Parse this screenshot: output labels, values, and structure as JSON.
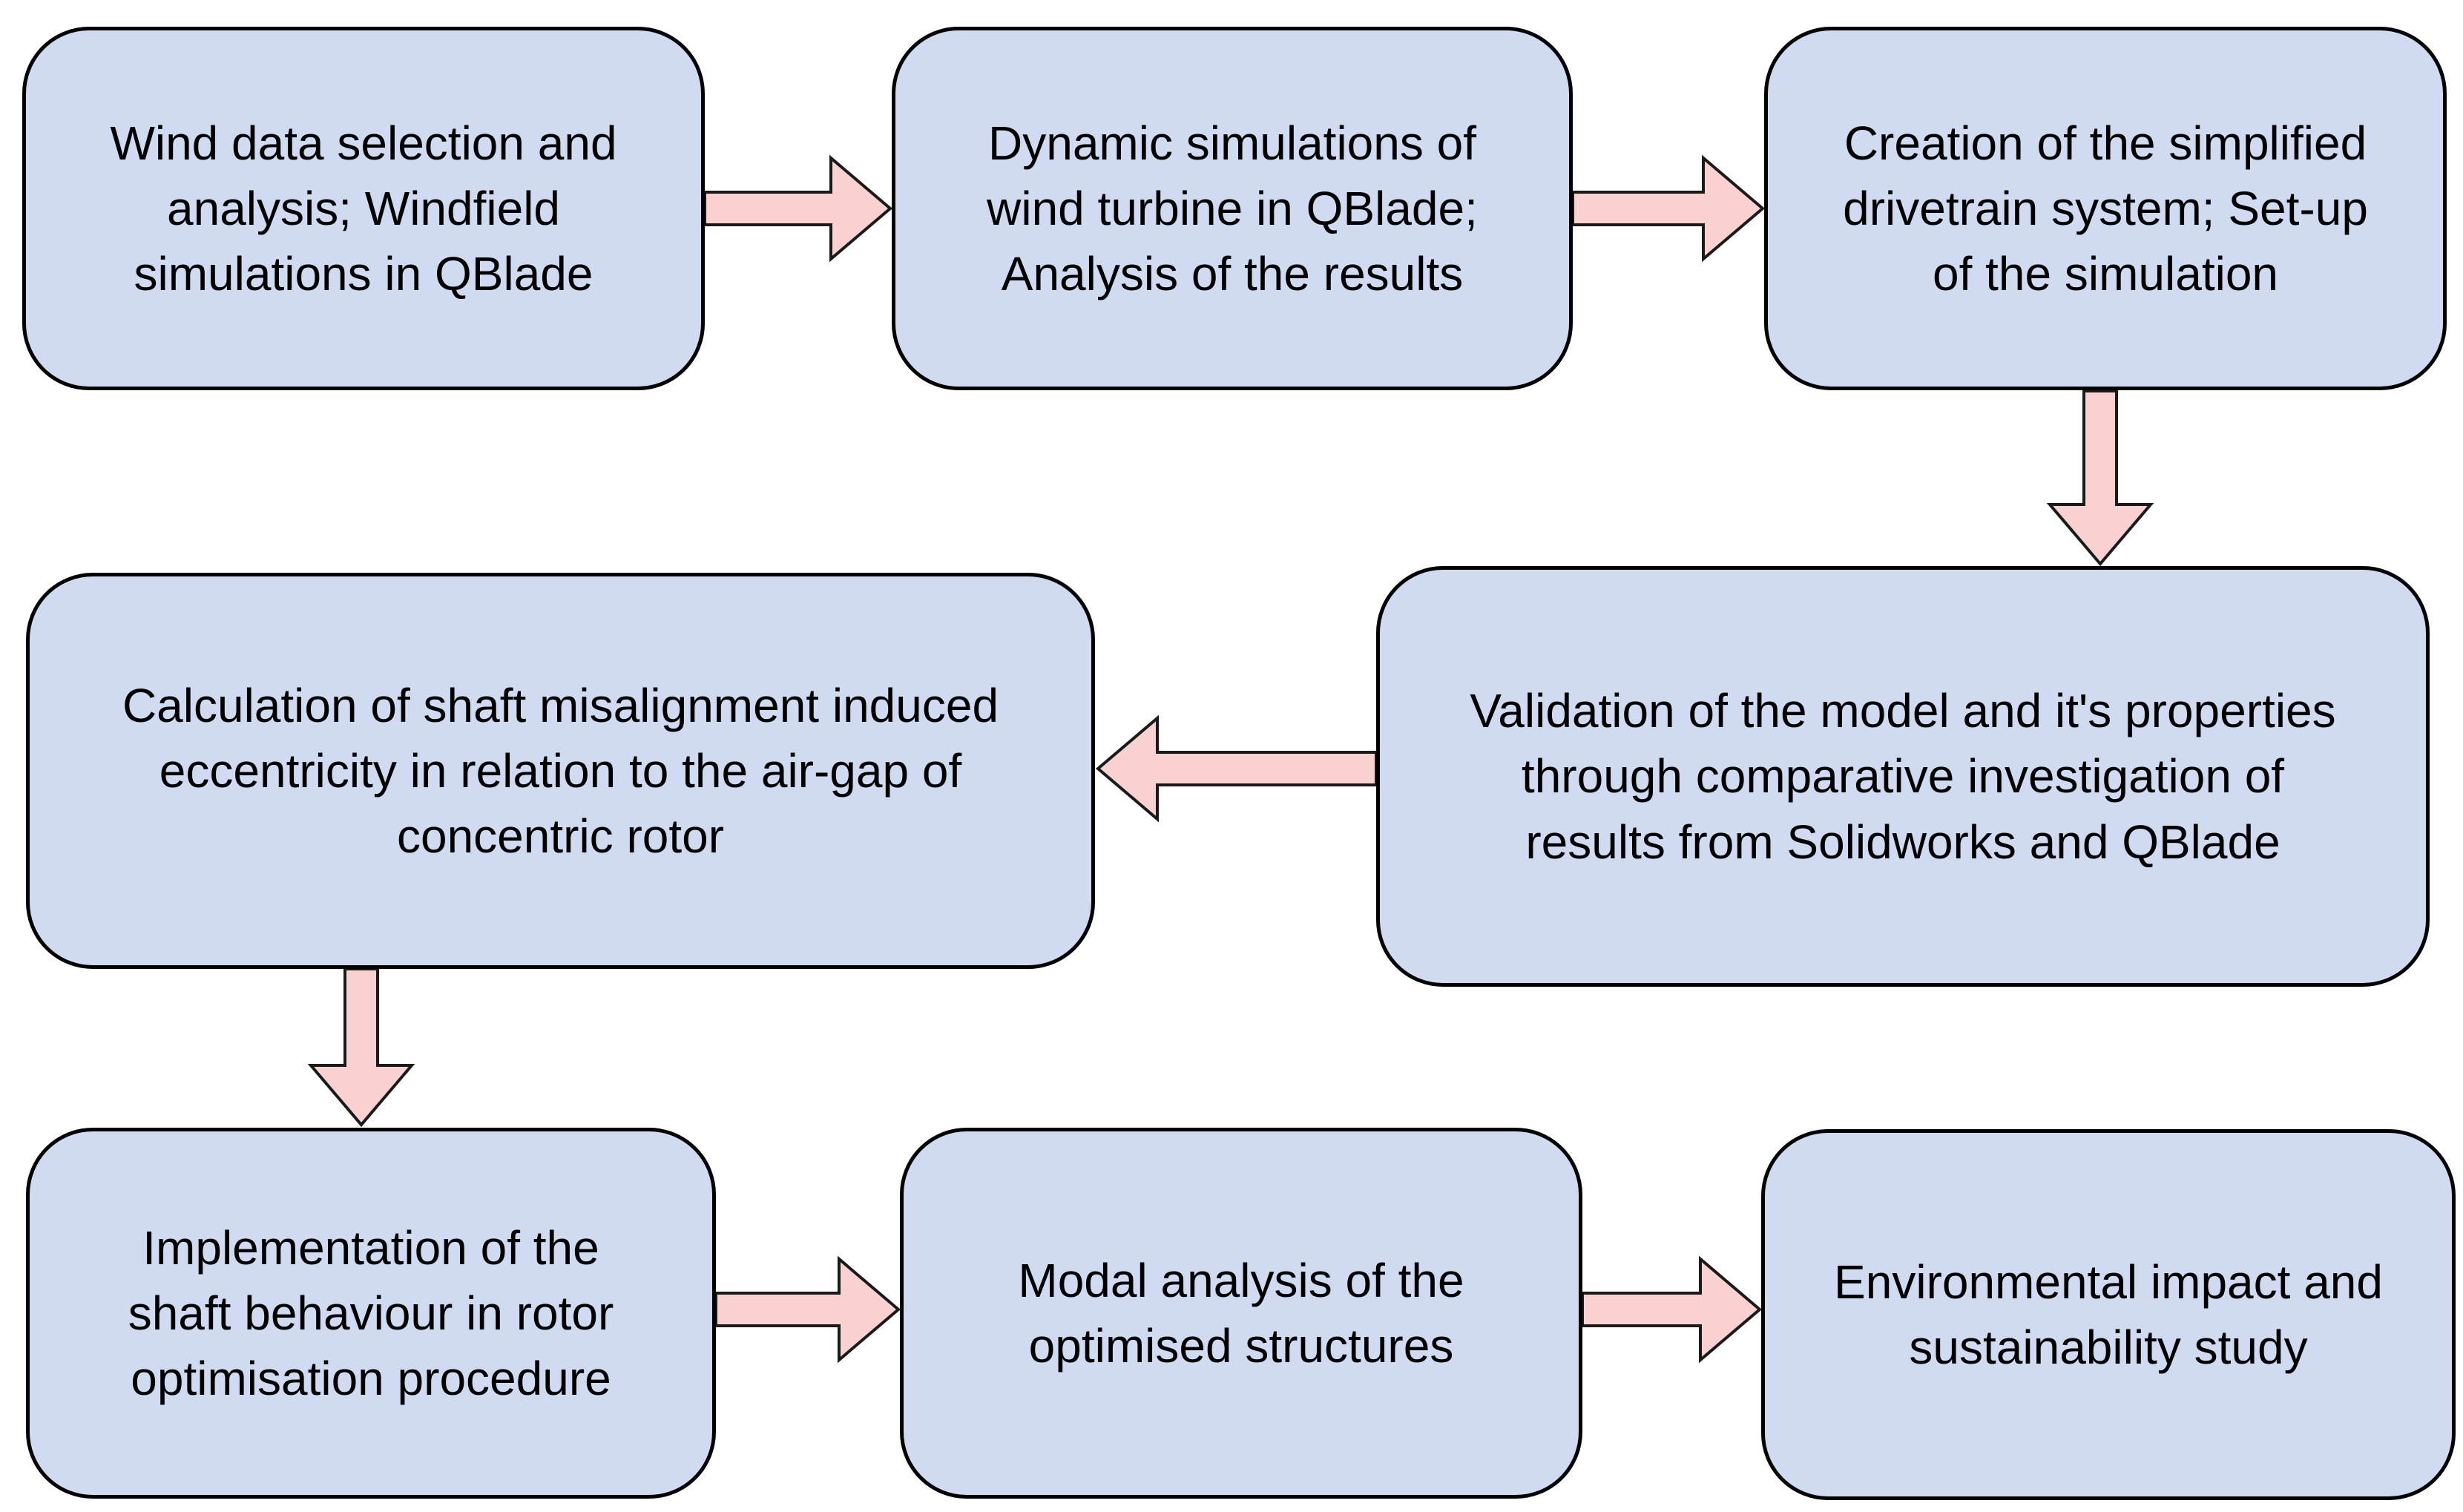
{
  "colors": {
    "background": "#ffffff",
    "box_fill": "#d0dbf2",
    "box_border": "#000000",
    "arrow_fill": "#f9d1d1",
    "arrow_border": "#1a1a1a",
    "text": "#000000"
  },
  "flowchart": {
    "type": "process-flow-diagram",
    "boxes": [
      {
        "id": "wind-data-selection",
        "text": "Wind data selection and\nanalysis; Windfield\nsimulations in QBlade"
      },
      {
        "id": "dynamic-simulations",
        "text": "Dynamic simulations of\nwind turbine in QBlade;\nAnalysis of the results"
      },
      {
        "id": "drivetrain-creation",
        "text": "Creation of the simplified\ndrivetrain system; Set-up\nof the simulation"
      },
      {
        "id": "model-validation",
        "text": "Validation of the model and it's properties\nthrough comparative investigation of\nresults from Solidworks and QBlade"
      },
      {
        "id": "eccentricity-calculation",
        "text": "Calculation of shaft misalignment induced\neccentricity in relation to the air-gap of\nconcentric rotor"
      },
      {
        "id": "shaft-implementation",
        "text": "Implementation of the\nshaft behaviour in rotor\noptimisation procedure"
      },
      {
        "id": "modal-analysis",
        "text": "Modal analysis of the\noptimised structures"
      },
      {
        "id": "environmental-study",
        "text": "Environmental impact and\nsustainability study"
      }
    ],
    "arrows": [
      {
        "name": "arrow-1",
        "direction": "right",
        "from": "wind-data-selection",
        "to": "dynamic-simulations"
      },
      {
        "name": "arrow-2",
        "direction": "right",
        "from": "dynamic-simulations",
        "to": "drivetrain-creation"
      },
      {
        "name": "arrow-3",
        "direction": "down",
        "from": "drivetrain-creation",
        "to": "model-validation"
      },
      {
        "name": "arrow-4",
        "direction": "left",
        "from": "model-validation",
        "to": "eccentricity-calculation"
      },
      {
        "name": "arrow-5",
        "direction": "down",
        "from": "eccentricity-calculation",
        "to": "shaft-implementation"
      },
      {
        "name": "arrow-6",
        "direction": "right",
        "from": "shaft-implementation",
        "to": "modal-analysis"
      },
      {
        "name": "arrow-7",
        "direction": "right",
        "from": "modal-analysis",
        "to": "environmental-study"
      }
    ]
  }
}
